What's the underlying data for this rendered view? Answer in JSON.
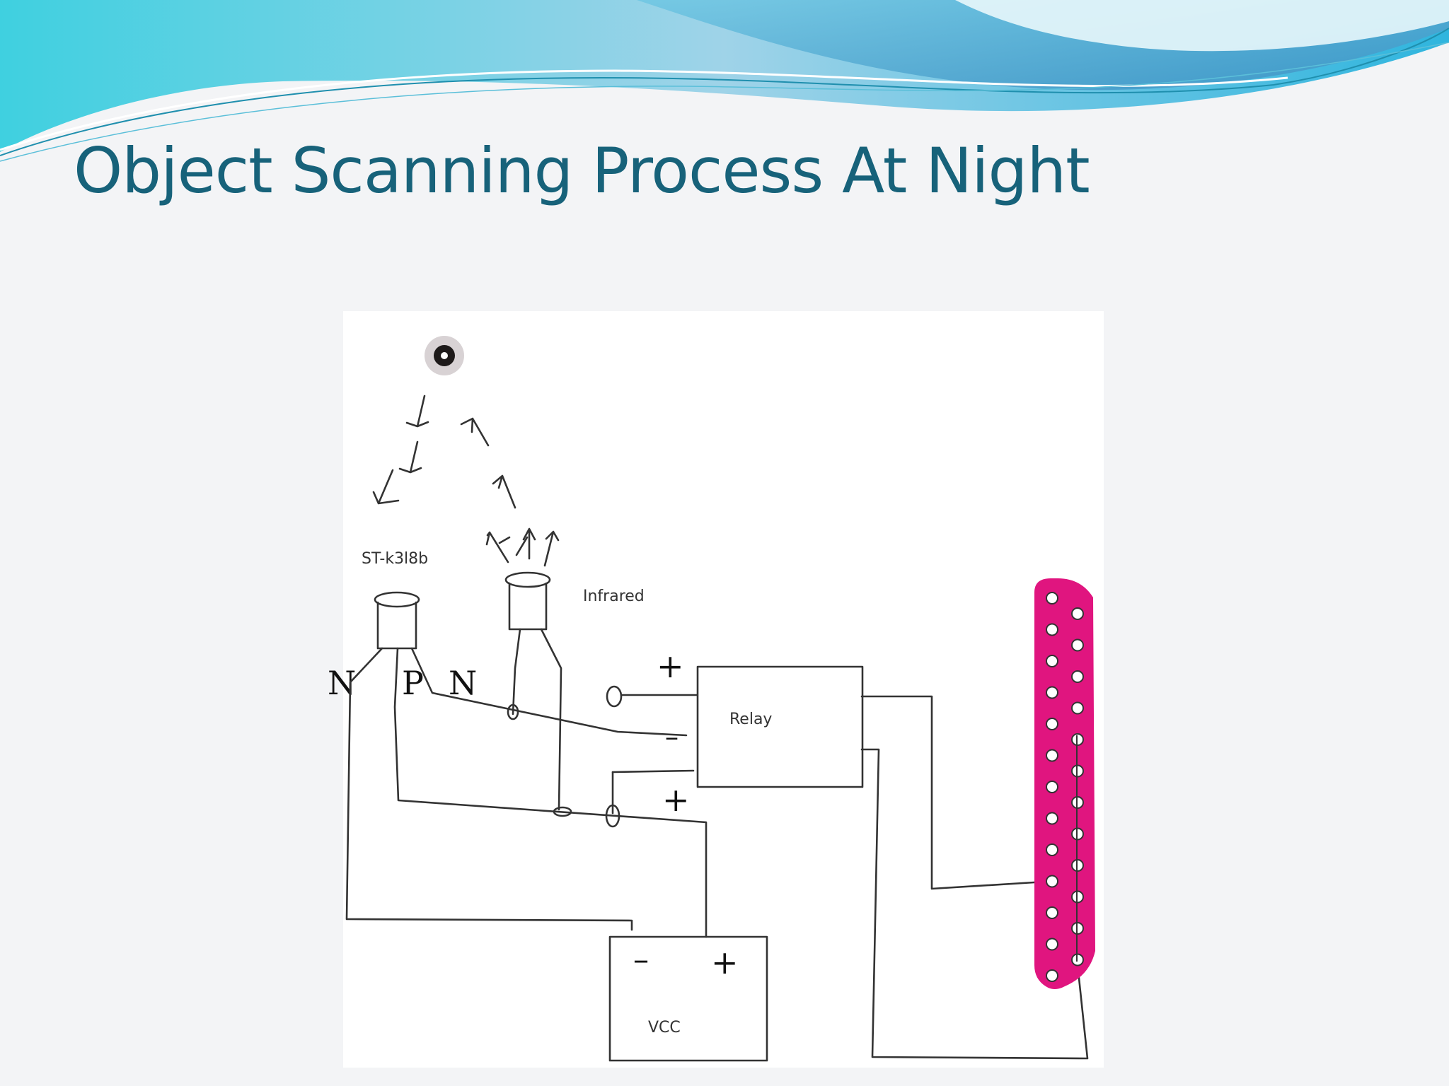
{
  "slide": {
    "title": "Object Scanning Process At Night"
  },
  "labels": {
    "sensor": "ST-k3l8b",
    "infrared": "Infrared",
    "relay": "Relay",
    "vcc": "VCC",
    "n_left": "N",
    "p_mid": "P",
    "n_right": "N",
    "plus_top": "+",
    "minus_mid": "–",
    "plus_low": "+",
    "vcc_minus": "–",
    "vcc_plus": "+"
  },
  "colors": {
    "title": "#17627a",
    "connector": "#e0157f",
    "banner_light": "#b9e6ef",
    "banner_dark": "#4aa7cf"
  },
  "icons": {
    "object": "object-dot-icon",
    "port": "db25-port-icon"
  }
}
